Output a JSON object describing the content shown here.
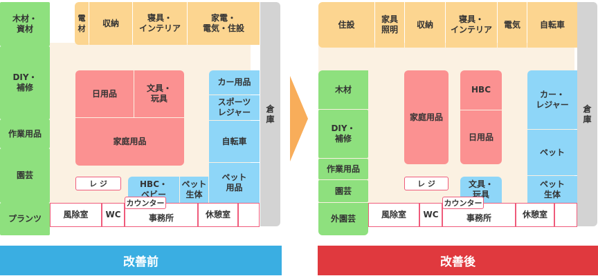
{
  "before": {
    "banner": "改善前",
    "banner_color": "#3aaee2",
    "left_column": [
      "木材・\n資材",
      "DIY・\n補修",
      "作業用品",
      "園芸",
      "プランツ"
    ],
    "top_row": [
      "電\n材",
      "収納",
      "寝具・\nインテリア",
      "家電・\n電気・住設"
    ],
    "center": {
      "daily": "日用品",
      "stationery": "文具・\n玩具",
      "household": "家庭用品"
    },
    "right_column": {
      "car": "カー用品",
      "sports": "スポーツ\nレジャー",
      "bicycle": "自転車",
      "pet": "ペット\n用品"
    },
    "lower": {
      "hbc": "HBC・\nベビー",
      "pet_live": "ペット\n生体",
      "register": "レ ジ"
    },
    "bottom_row": {
      "wind": "風除室",
      "wc": "WC",
      "office": "事務所",
      "rest": "休憩室",
      "counter": "カウンター"
    },
    "warehouse": "倉\n庫"
  },
  "after": {
    "banner": "改善後",
    "banner_color": "#e0393e",
    "left_column": [
      "木材",
      "DIY・\n補修",
      "作業用品",
      "園芸",
      "外園芸"
    ],
    "top_row": [
      "住設",
      "家具\n照明",
      "収納",
      "寝具・\nインテリア",
      "電気",
      "自転車"
    ],
    "center": {
      "household": "家庭用品",
      "hbc": "HBC",
      "daily": "日用品",
      "stationery": "文具・\n玩具"
    },
    "right_column": {
      "car": "カー・\nレジャー",
      "pet": "ペット",
      "pet_live": "ペット\n生体"
    },
    "lower": {
      "register": "レ ジ"
    },
    "bottom_row": {
      "wind": "風除室",
      "wc": "WC",
      "office": "事務所",
      "rest": "休憩室",
      "counter": "カウンター"
    },
    "warehouse": "倉\n庫"
  },
  "colors": {
    "green": "#8ee07e",
    "yellow": "#fcd590",
    "red": "#fb9191",
    "blue": "#8ed6f8",
    "gray": "#d3d3d3",
    "floor": "#fbf1e2",
    "outline": "#ef5a7a",
    "arrow": "#f8ad5a"
  }
}
